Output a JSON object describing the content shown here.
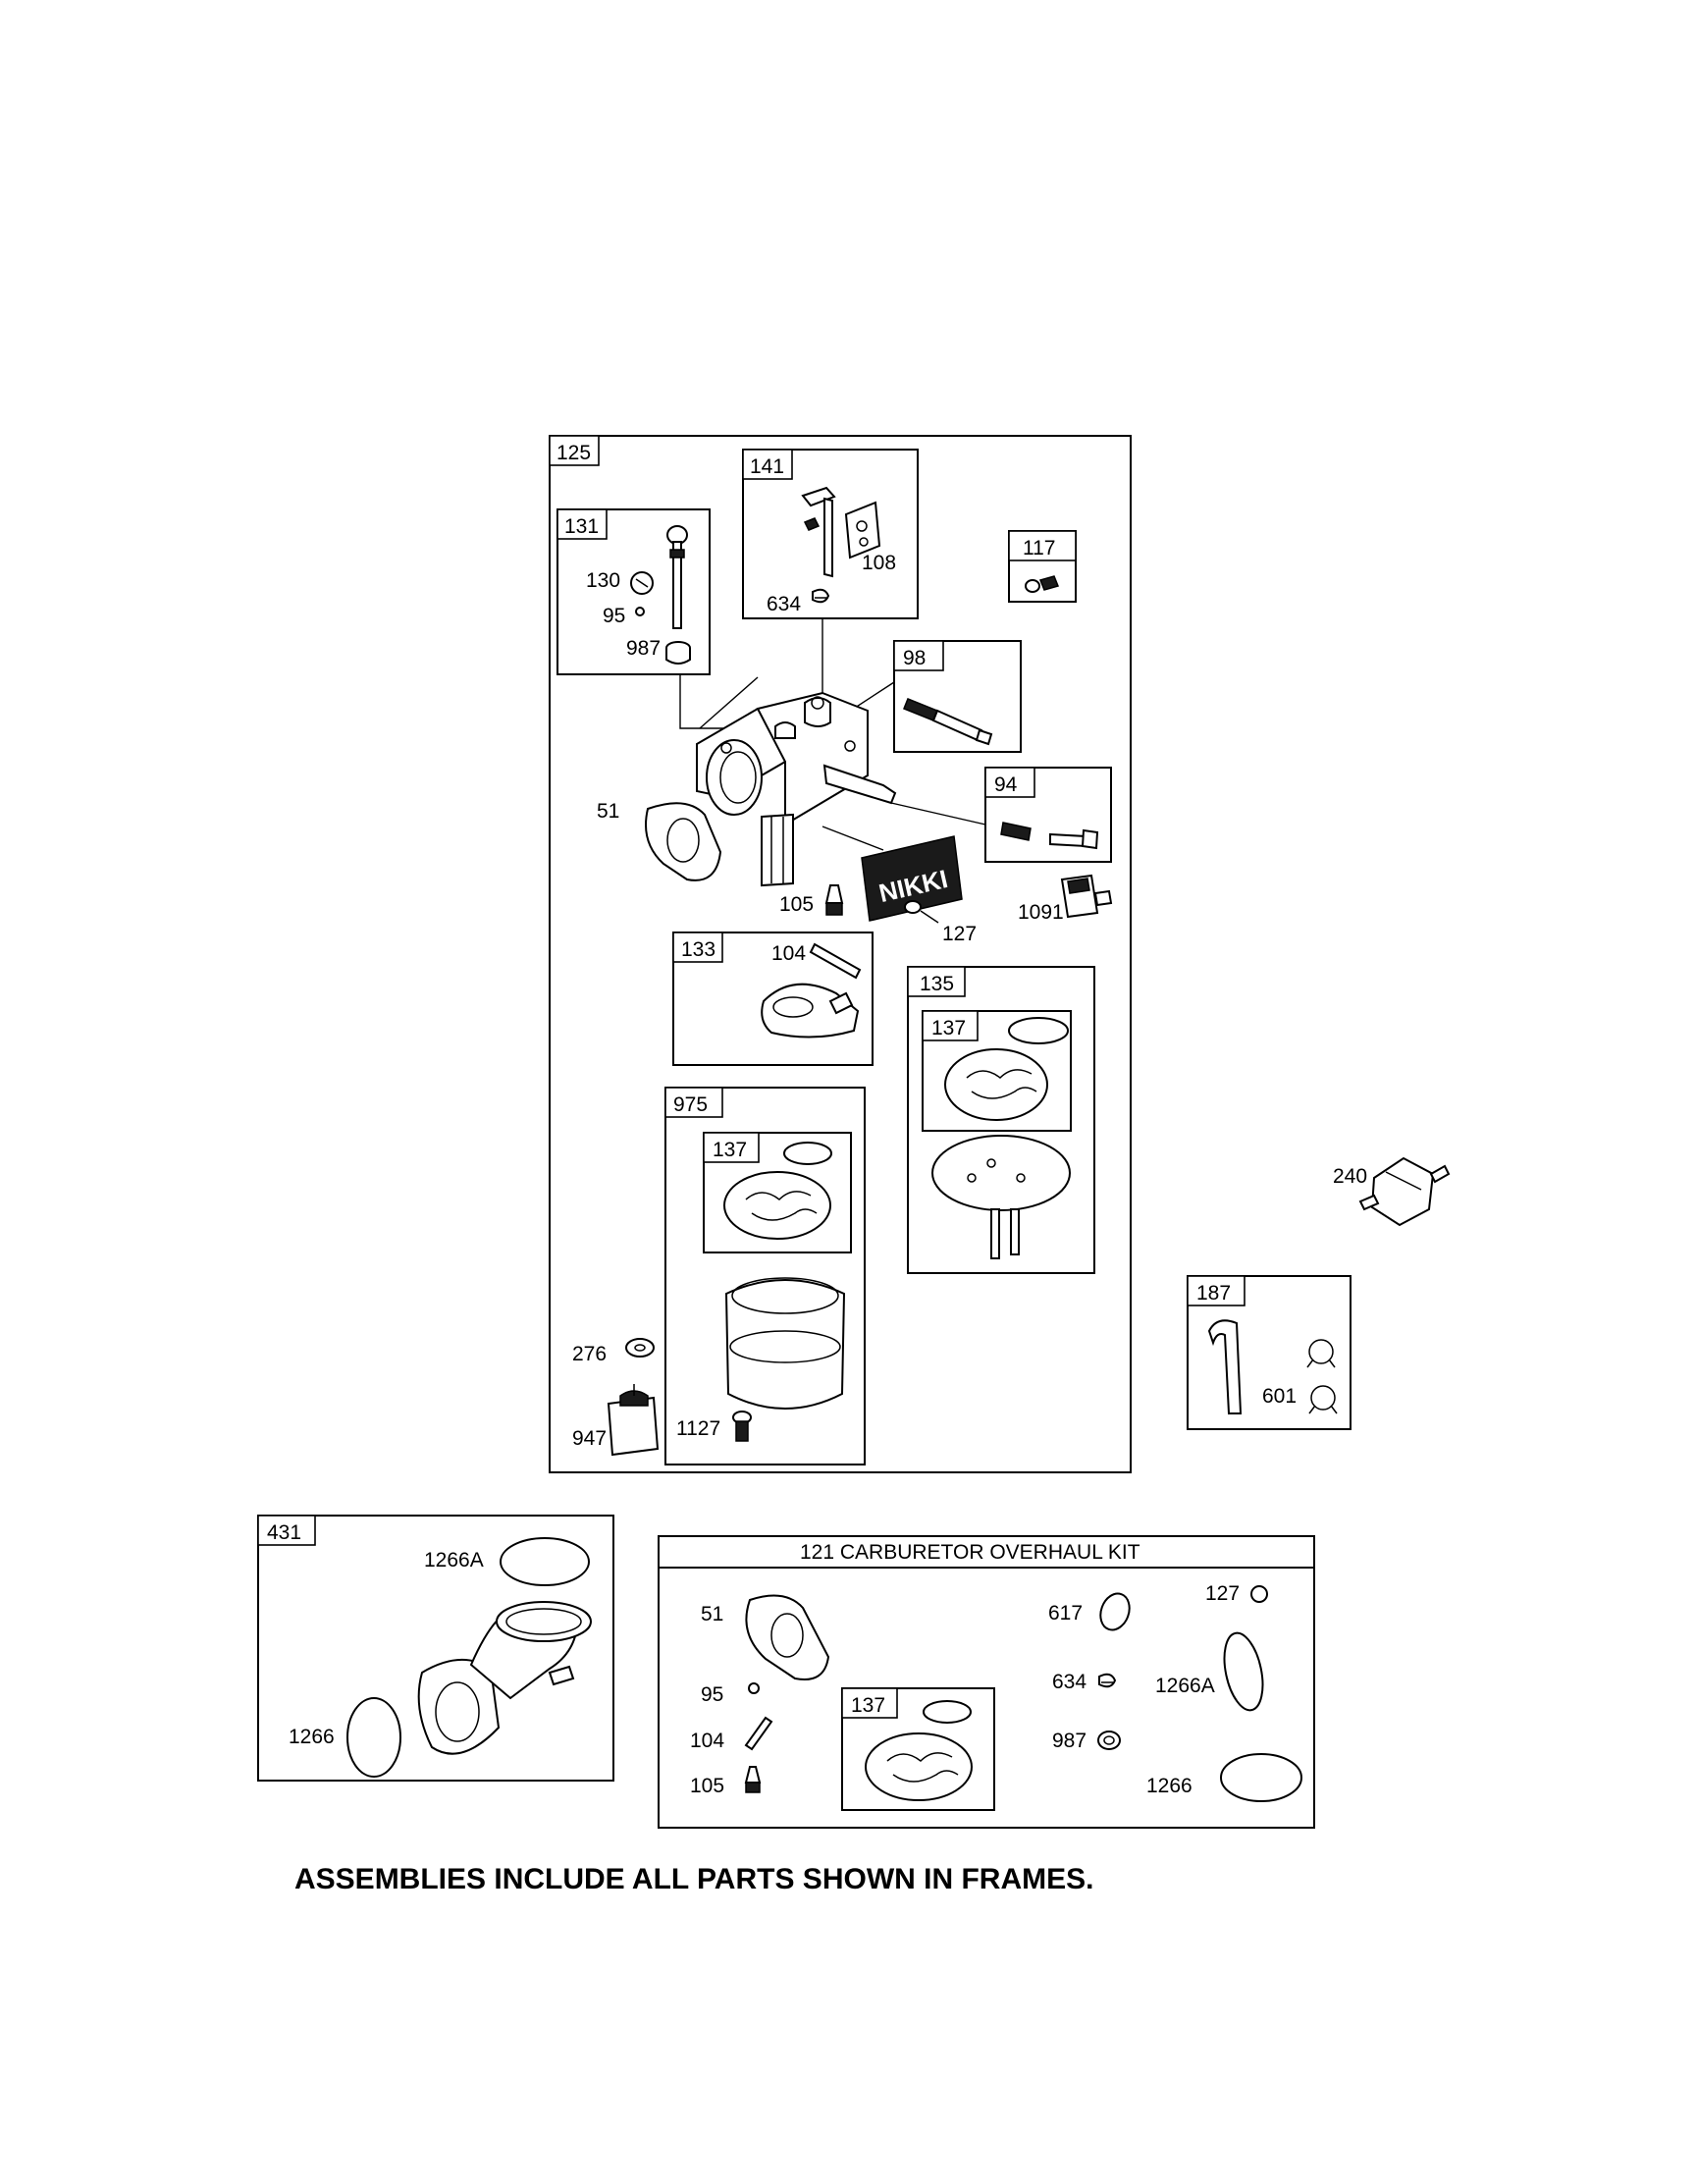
{
  "frames": {
    "f125": "125",
    "f141": "141",
    "f131": "131",
    "f117": "117",
    "f98": "98",
    "f94": "94",
    "f133": "133",
    "f135": "135",
    "f137a": "137",
    "f975": "975",
    "f137b": "137",
    "f187": "187",
    "f431": "431",
    "f137c": "137"
  },
  "kit": {
    "title": "121 CARBURETOR OVERHAUL KIT"
  },
  "parts": {
    "p130": "130",
    "p95": "95",
    "p987": "987",
    "p634": "634",
    "p108": "108",
    "p51": "51",
    "p105": "105",
    "p127": "127",
    "p1091": "1091",
    "p104": "104",
    "p240": "240",
    "p276": "276",
    "p947": "947",
    "p1127": "1127",
    "p601": "601",
    "p1266A": "1266A",
    "p1266": "1266",
    "k51": "51",
    "k95": "95",
    "k104": "104",
    "k105": "105",
    "k617": "617",
    "k127": "127",
    "k634": "634",
    "k1266A": "1266A",
    "k987": "987",
    "k1266": "1266"
  },
  "decal": {
    "text": "NIKKI"
  },
  "footer": {
    "note": "ASSEMBLIES INCLUDE ALL PARTS SHOWN IN FRAMES."
  }
}
